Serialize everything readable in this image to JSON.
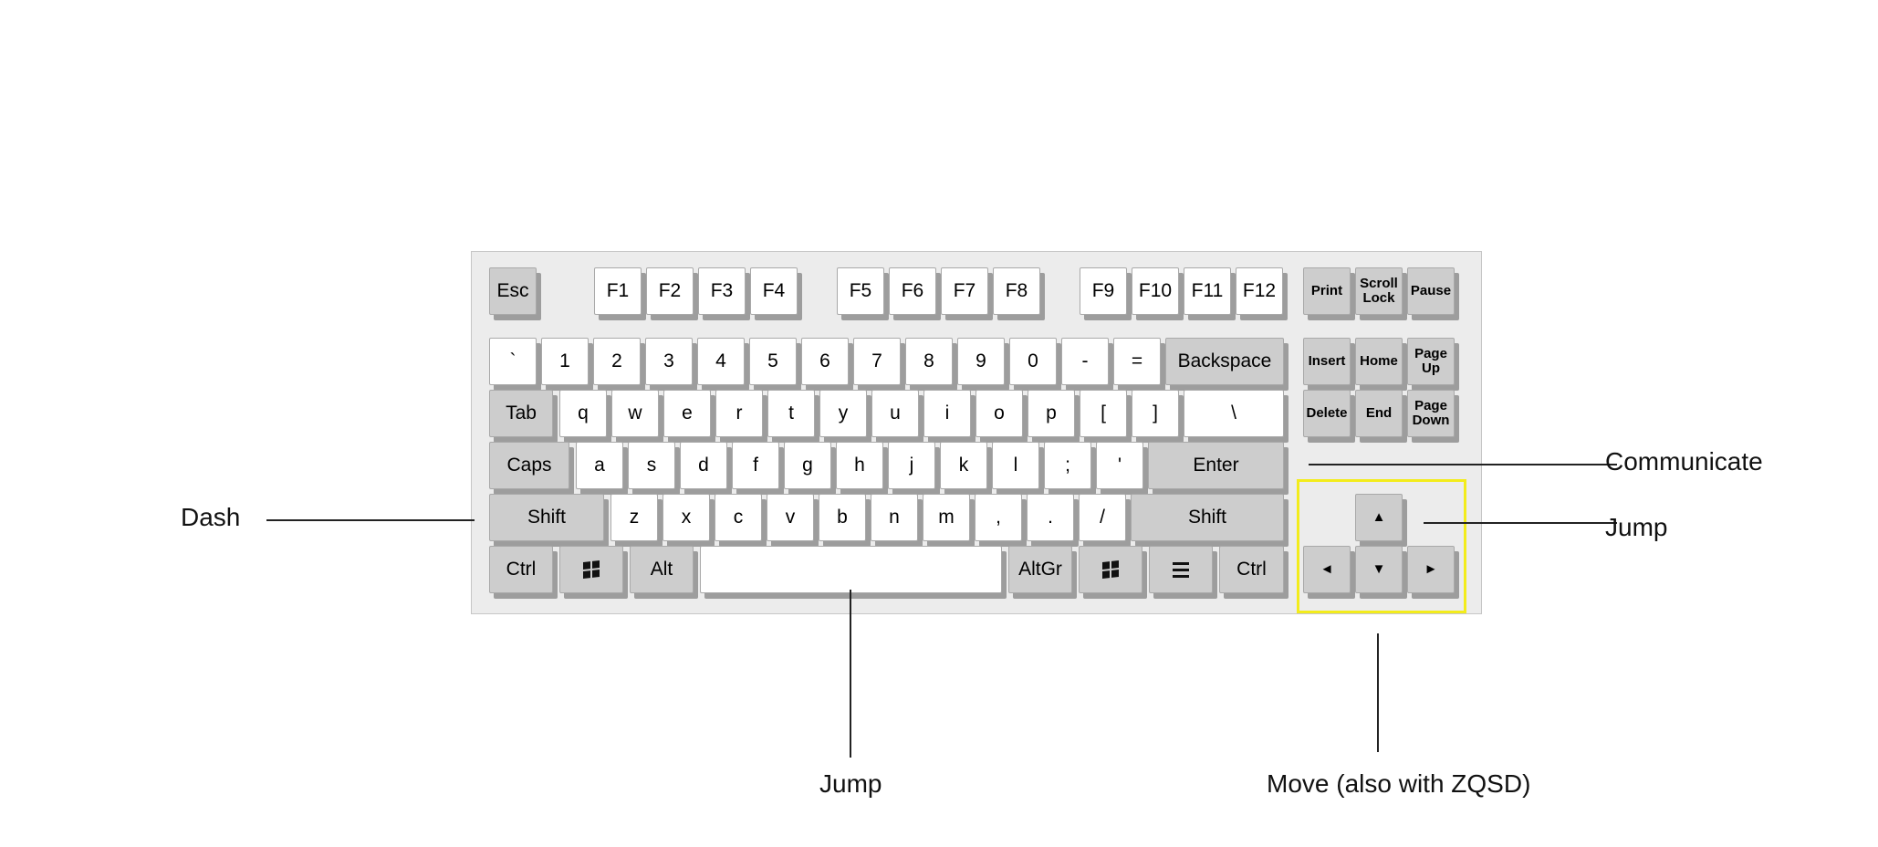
{
  "keyboard": {
    "function_row": {
      "esc": "Esc",
      "f": [
        "F1",
        "F2",
        "F3",
        "F4",
        "F5",
        "F6",
        "F7",
        "F8",
        "F9",
        "F10",
        "F11",
        "F12"
      ],
      "print": "Print",
      "scroll_lock": "Scroll\nLock",
      "pause": "Pause"
    },
    "number_row": {
      "keys": [
        "`",
        "1",
        "2",
        "3",
        "4",
        "5",
        "6",
        "7",
        "8",
        "9",
        "0",
        "-",
        "="
      ],
      "backspace": "Backspace"
    },
    "top_row": {
      "tab": "Tab",
      "keys": [
        "q",
        "w",
        "e",
        "r",
        "t",
        "y",
        "u",
        "i",
        "o",
        "p",
        "[",
        "]",
        "\\"
      ]
    },
    "home_row": {
      "caps": "Caps",
      "keys": [
        "a",
        "s",
        "d",
        "f",
        "g",
        "h",
        "j",
        "k",
        "l",
        ";",
        "'"
      ],
      "enter": "Enter"
    },
    "bottom_row": {
      "shift_left": "Shift",
      "keys": [
        "z",
        "x",
        "c",
        "v",
        "b",
        "n",
        "m",
        ",",
        ".",
        "/"
      ],
      "shift_right": "Shift"
    },
    "space_row": {
      "ctrl_left": "Ctrl",
      "alt": "Alt",
      "altgr": "AltGr",
      "ctrl_right": "Ctrl"
    },
    "nav_cluster": {
      "insert": "Insert",
      "home": "Home",
      "page_up": "Page\nUp",
      "delete": "Delete",
      "end": "End",
      "page_down": "Page\nDown"
    },
    "arrows": {
      "up": "▲",
      "left": "◄",
      "down": "▼",
      "right": "►"
    },
    "key_colors": {
      "white_key": "#ffffff",
      "gray_key": "#cdcdcd",
      "frame": "#ececec"
    },
    "highlight_color": "#f3ec1b"
  },
  "callouts": {
    "dash": "Dash",
    "jump_space": "Jump",
    "communicate": "Communicate",
    "jump_up": "Jump",
    "move": "Move (also with ZQSD)"
  }
}
